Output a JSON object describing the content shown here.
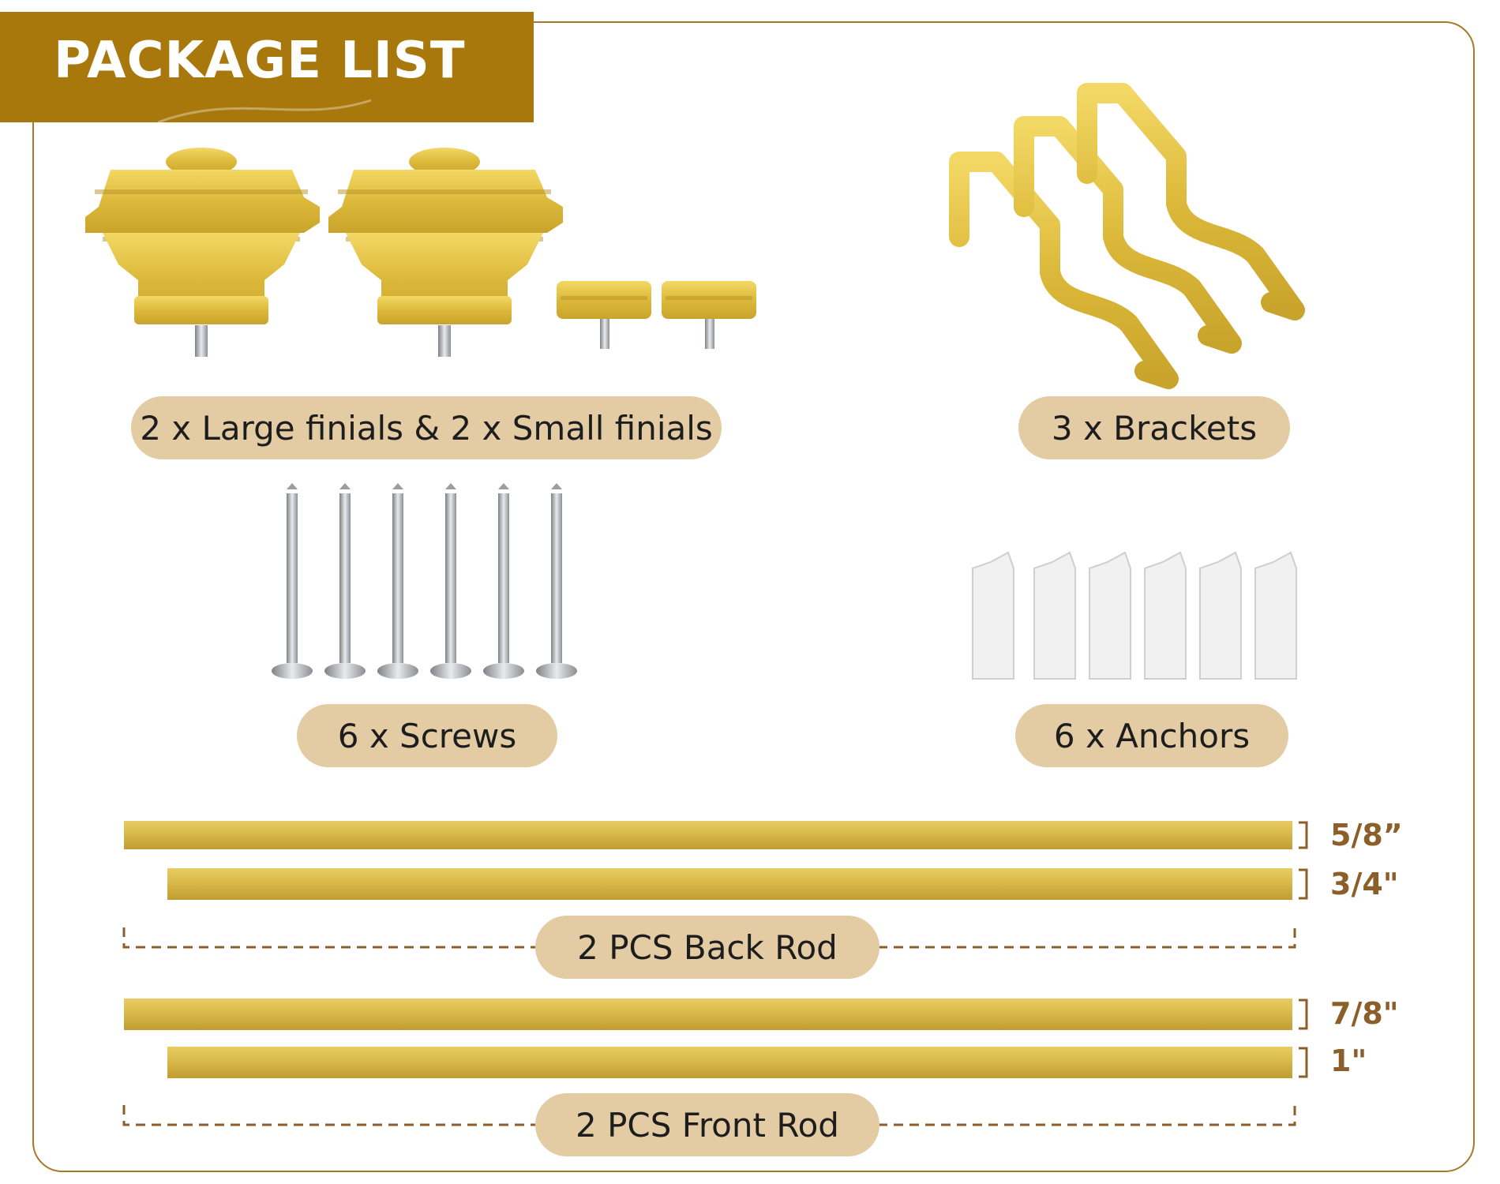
{
  "title": "PACKAGE LIST",
  "colors": {
    "gold": "#d7b748",
    "brown_banner": "#a8780c",
    "pill": "#e3cba4",
    "border": "#a9772a",
    "size_text": "#8c5f2a"
  },
  "items": {
    "finials": {
      "label": "2 x Large finials & 2 x Small finials",
      "icon": "finial-icon"
    },
    "brackets": {
      "label": "3 x Brackets",
      "icon": "bracket-icon"
    },
    "screws": {
      "label": "6 x Screws",
      "icon": "screw-icon"
    },
    "anchors": {
      "label": "6 x Anchors",
      "icon": "anchor-icon"
    }
  },
  "back_rod": {
    "label": "2 PCS Back Rod",
    "sizes": [
      "5/8”",
      "3/4\""
    ]
  },
  "front_rod": {
    "label": "2 PCS Front Rod",
    "sizes": [
      "7/8\"",
      "1\""
    ]
  }
}
